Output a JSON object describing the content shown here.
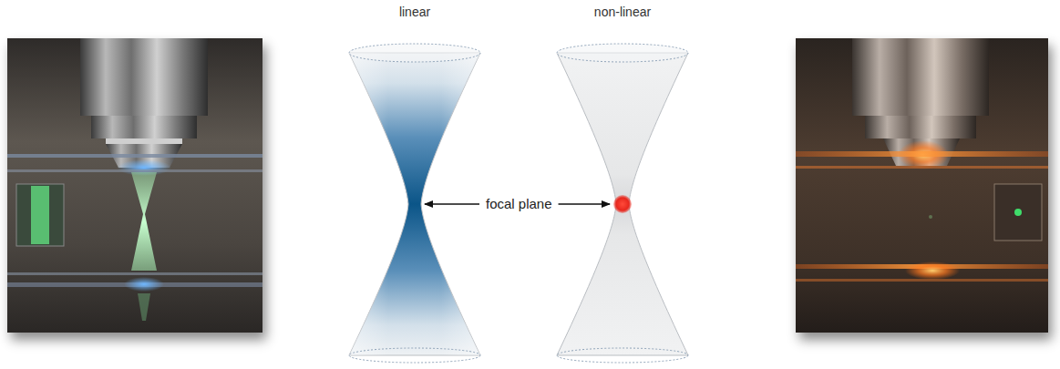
{
  "diagram": {
    "nodes": [
      {
        "text": [
          "linear"
        ]
      },
      {
        "text": [
          "non-linear"
        ]
      }
    ],
    "labels": [
      "focal plane"
    ]
  }
}
